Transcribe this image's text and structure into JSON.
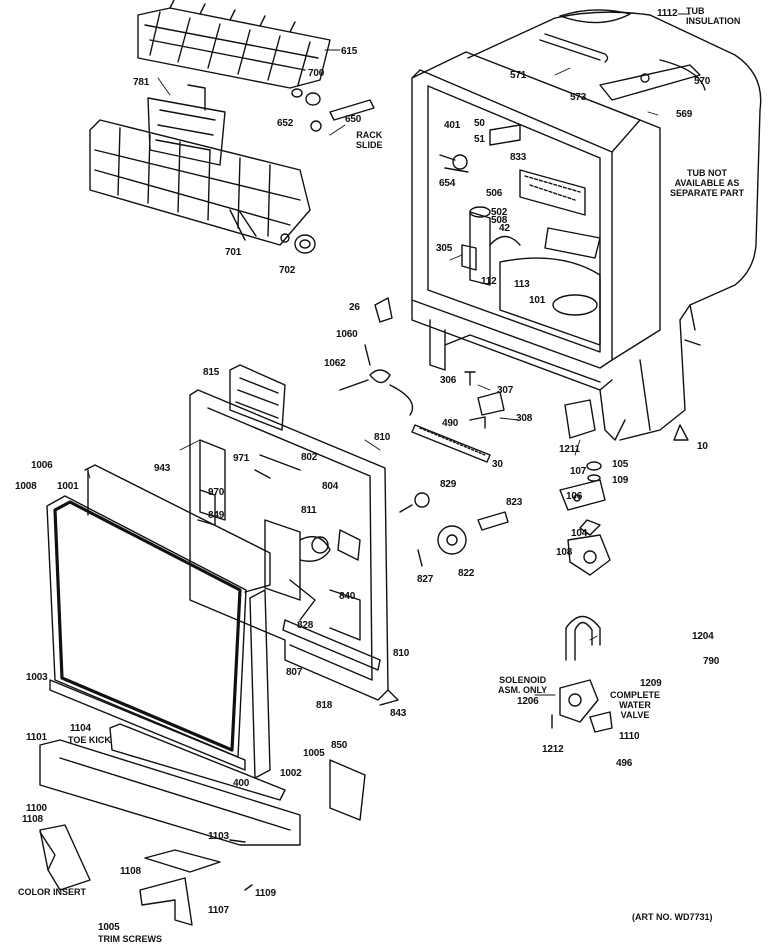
{
  "notes": {
    "tub_insulation": "TUB\nINSULATION",
    "tub_not_available": "TUB NOT\nAVAILABLE AS\nSEPARATE PART",
    "rack_slide": "RACK\nSLIDE",
    "solenoid": "SOLENOID\nASM. ONLY",
    "complete_valve": "COMPLETE\nWATER\nVALVE",
    "toe_kick": "TOE KICK",
    "color_insert": "COLOR INSERT",
    "trim_screws": "TRIM SCREWS"
  },
  "art_number": "(ART NO. WD7731)",
  "part_numbers": [
    "1112",
    "571",
    "573",
    "570",
    "569",
    "615",
    "700",
    "781",
    "652",
    "650",
    "401",
    "50",
    "51",
    "833",
    "654",
    "506",
    "502",
    "508",
    "42",
    "305",
    "112",
    "113",
    "101",
    "701",
    "702",
    "26",
    "1060",
    "1062",
    "306",
    "307",
    "490",
    "308",
    "30",
    "1211",
    "10",
    "815",
    "810",
    "943",
    "971",
    "802",
    "804",
    "1006",
    "1008",
    "1001",
    "970",
    "849",
    "811",
    "829",
    "823",
    "107",
    "105",
    "109",
    "106",
    "104",
    "108",
    "827",
    "822",
    "840",
    "828",
    "807",
    "810",
    "843",
    "1003",
    "818",
    "1104",
    "1005",
    "1002",
    "850",
    "400",
    "1101",
    "1103",
    "1100",
    "1108",
    "1108",
    "1109",
    "1107",
    "1005",
    "1204",
    "790",
    "1209",
    "1206",
    "1110",
    "1212",
    "496"
  ]
}
